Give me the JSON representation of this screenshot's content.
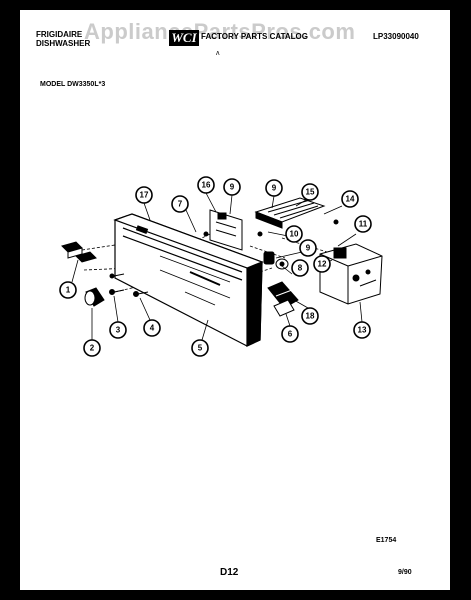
{
  "watermark": "AppliancePartsPros.com",
  "header": {
    "brand_line1": "FRIGIDAIRE",
    "brand_line2": "DISHWASHER",
    "catalog_title": "FACTORY PARTS CATALOG",
    "catalog_number": "LP33090040",
    "logo_text": "WCI",
    "model": "MODEL DW3350L*3"
  },
  "callouts": [
    "17",
    "16",
    "9",
    "9",
    "15",
    "14",
    "7",
    "10",
    "11",
    "9",
    "8",
    "12",
    "1",
    "3",
    "4",
    "5",
    "6",
    "18",
    "13",
    "2"
  ],
  "footer": {
    "figure_code": "E1754",
    "page": "D12",
    "date": "9/90"
  },
  "colors": {
    "ink": "#000000",
    "paper": "#ffffff",
    "frame": "#000000"
  }
}
